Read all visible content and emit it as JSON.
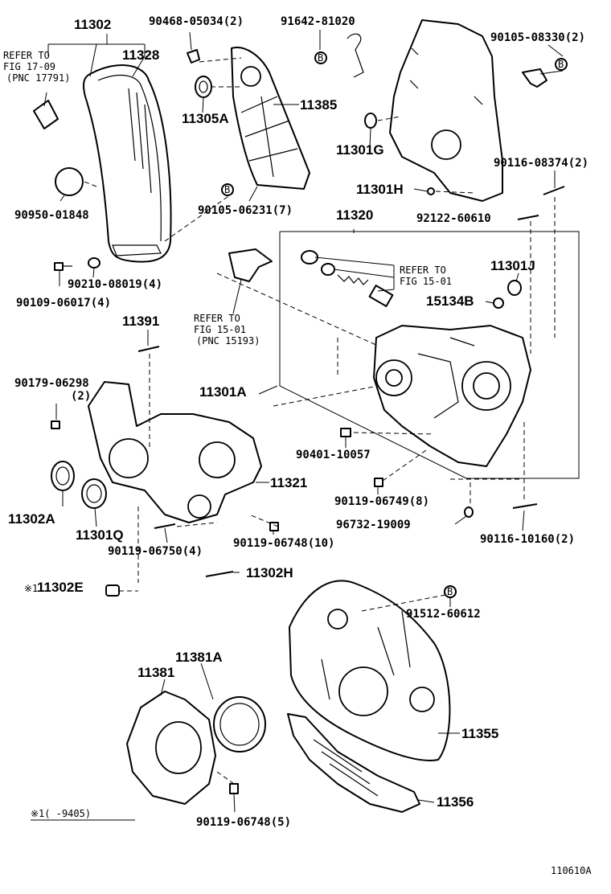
{
  "labels": {
    "p11302": "11302",
    "p11328": "11328",
    "p90468": "90468-05034(2)",
    "p91642": "91642-81020",
    "p90105_08330": "90105-08330(2)",
    "refer_fig17_line1": "REFER TO",
    "refer_fig17_line2": "FIG 17-09",
    "refer_fig17_line3": "(PNC 17791)",
    "p11305A": "11305A",
    "p11385": "11385",
    "p11301G": "11301G",
    "p90116_08374": "90116-08374(2)",
    "p90950": "90950-01848",
    "p90105_06231": "90105-06231(7)",
    "p11301H": "11301H",
    "p11320": "11320",
    "p92122": "92122-60610",
    "p90210": "90210-08019(4)",
    "p90109": "90109-06017(4)",
    "refer_fig15a_line1": "REFER TO",
    "refer_fig15a_line2": "FIG 15-01",
    "p11301J": "11301J",
    "p15134B": "15134B",
    "refer_fig15b_line1": "REFER TO",
    "refer_fig15b_line2": "FIG 15-01",
    "refer_fig15b_line3": "(PNC 15193)",
    "p11391": "11391",
    "p90179_line1": "90179-06298",
    "p90179_line2": "(2)",
    "p11301A": "11301A",
    "p90401": "90401-10057",
    "p11321": "11321",
    "p90119_06749": "90119-06749(8)",
    "p11302A": "11302A",
    "p11301Q": "11301Q",
    "p96732": "96732-19009",
    "p90116_10160": "90116-10160(2)",
    "p90119_06750": "90119-06750(4)",
    "p90119_06748_10": "90119-06748(10)",
    "p11302E_prefix": "※1",
    "p11302E": "11302E",
    "p11302H": "11302H",
    "p91512": "91512-60612",
    "p11381A": "11381A",
    "p11381": "11381",
    "p11355": "11355",
    "p11356": "11356",
    "p90119_06748_5": "90119-06748(5)",
    "footnote": "※1(    -9405)",
    "figure_id": "110610A",
    "circle_b": "B"
  }
}
